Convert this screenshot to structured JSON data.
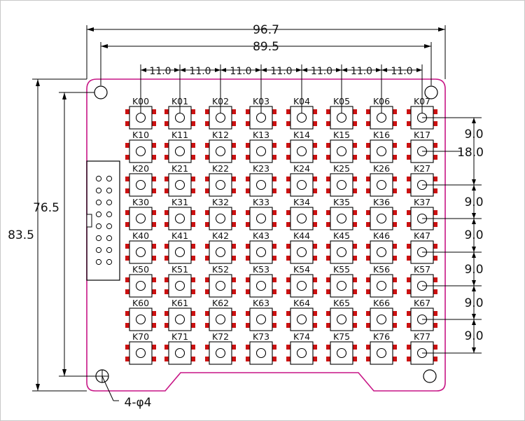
{
  "dimensions": {
    "overall_width": "96.7",
    "hole_spacing_width": "89.5",
    "col_pitch": "11.0",
    "col_pitch_count": 7,
    "overall_height": "83.5",
    "hole_spacing_height": "76.5",
    "row_pitch": "9.0",
    "row_span": "18.0",
    "holes": "4-φ4"
  },
  "keys": [
    [
      "K00",
      "K01",
      "K02",
      "K03",
      "K04",
      "K05",
      "K06",
      "K07"
    ],
    [
      "K10",
      "K11",
      "K12",
      "K13",
      "K14",
      "K15",
      "K16",
      "K17"
    ],
    [
      "K20",
      "K21",
      "K22",
      "K23",
      "K24",
      "K25",
      "K26",
      "K27"
    ],
    [
      "K30",
      "K31",
      "K32",
      "K33",
      "K34",
      "K35",
      "K36",
      "K37"
    ],
    [
      "K40",
      "K41",
      "K42",
      "K43",
      "K44",
      "K45",
      "K46",
      "K47"
    ],
    [
      "K50",
      "K51",
      "K52",
      "K53",
      "K54",
      "K55",
      "K56",
      "K57"
    ],
    [
      "K60",
      "K61",
      "K62",
      "K63",
      "K64",
      "K65",
      "K66",
      "K67"
    ],
    [
      "K70",
      "K71",
      "K72",
      "K73",
      "K74",
      "K75",
      "K76",
      "K77"
    ]
  ],
  "colors": {
    "board_outline": "#c71585",
    "pads": "#cc1111",
    "lines": "#000000"
  }
}
